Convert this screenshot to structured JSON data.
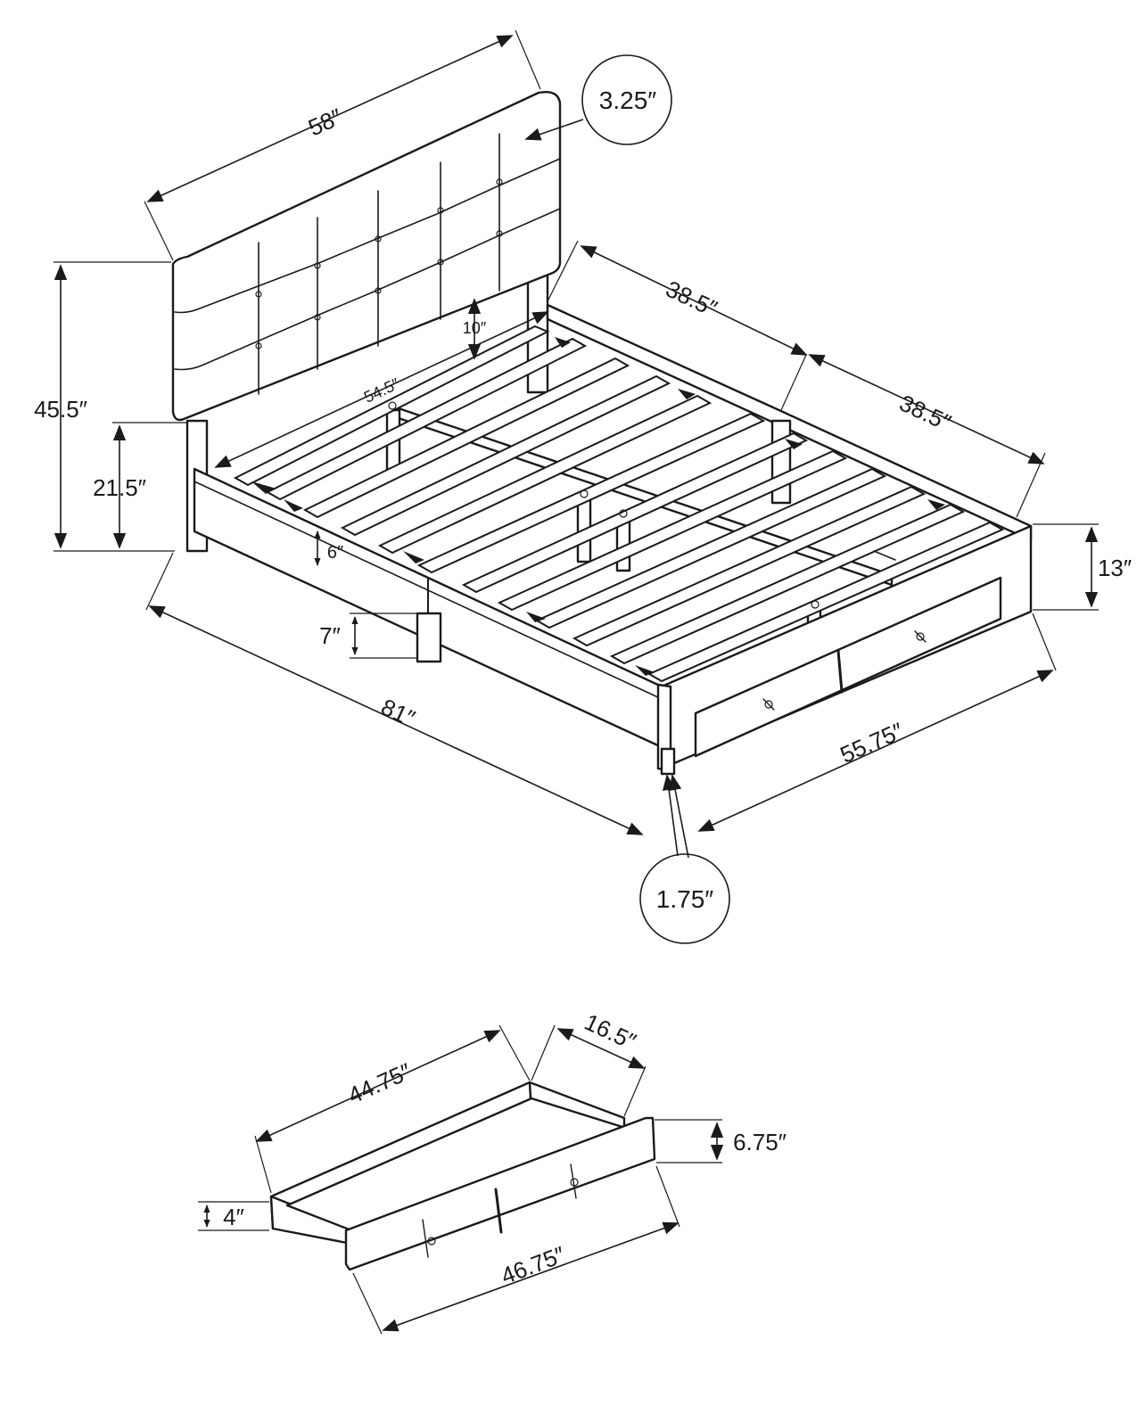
{
  "colors": {
    "line": "#1a1a1a",
    "background": "#ffffff"
  },
  "bed": {
    "headboard_width": "58″",
    "headboard_thickness": "3.25″",
    "side_front": "38.5″",
    "side_back": "38.5″",
    "total_height": "45.5″",
    "headboard_bottom_height": "21.5″",
    "slat_gap": "10″",
    "inner_width": "54.5″",
    "rail_height": "6″",
    "leg_height": "7″",
    "overall_length": "81″",
    "footboard_height": "13″",
    "overall_width": "55.75″",
    "leg_size": "1.75″"
  },
  "drawer": {
    "inner_length": "44.75″",
    "depth": "16.5″",
    "front_height": "6.75″",
    "side_height": "4″",
    "front_length": "46.75″"
  }
}
